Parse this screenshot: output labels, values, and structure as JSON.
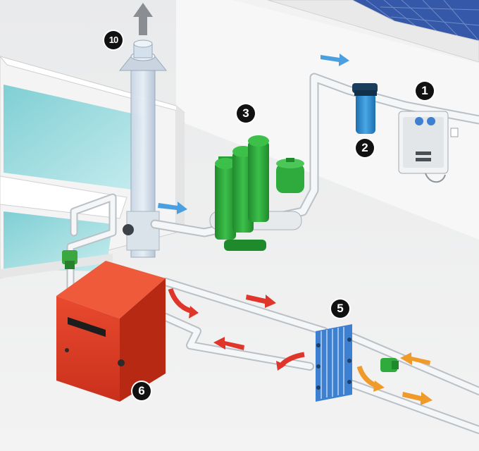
{
  "diagram": {
    "components": [
      {
        "id": "1",
        "icon": "wall-mounted-control-unit-icon"
      },
      {
        "id": "2",
        "icon": "cartridge-filter-icon"
      },
      {
        "id": "3",
        "icon": "vertical-booster-pumps-icon"
      },
      {
        "id": "5",
        "icon": "plate-heat-exchanger-icon"
      },
      {
        "id": "6",
        "icon": "boiler-icon"
      },
      {
        "id": "10",
        "icon": "flue-chimney-icon"
      }
    ],
    "flow_colors": {
      "water": "#4a9fe0",
      "heating": "#e0352b",
      "cooling": "#f09a2a"
    },
    "equipment_colors": {
      "boiler": "#e2432c",
      "pumps": "#2faa3c",
      "exchanger": "#3d7fd1",
      "filter": "#2a86c9",
      "pool_water": "#b8e4e8",
      "roof_tiles": "#3558a8"
    }
  }
}
